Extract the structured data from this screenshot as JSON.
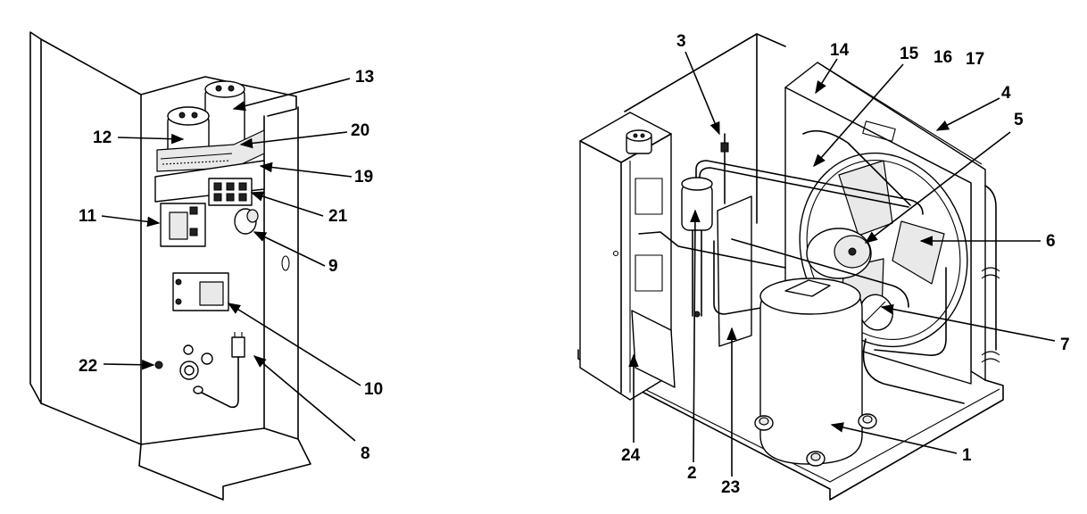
{
  "left_callouts": [
    "13",
    "12",
    "20",
    "19",
    "21",
    "11",
    "9",
    "10",
    "22",
    "8"
  ],
  "right_callouts": [
    "3",
    "14",
    "15",
    "16",
    "17",
    "4",
    "5",
    "6",
    "7",
    "1",
    "2",
    "23",
    "24"
  ]
}
